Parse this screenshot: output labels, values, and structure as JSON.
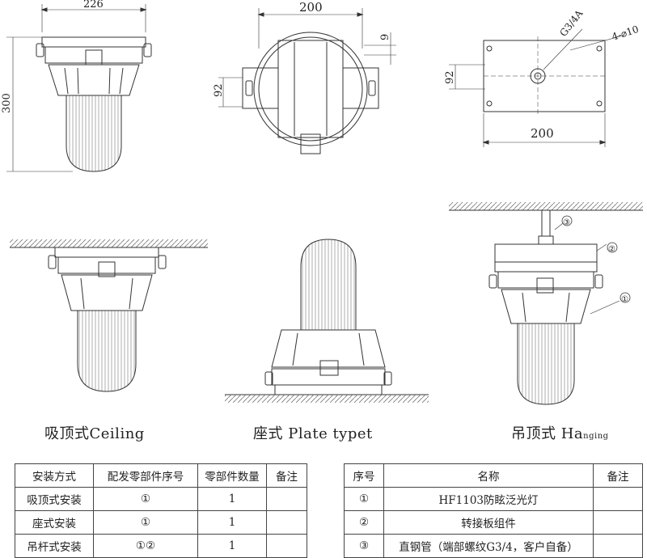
{
  "dimensions": {
    "side_width": "226",
    "side_height": "300",
    "top_width": "200",
    "top_offset": "9",
    "top_height": "92",
    "plate_height": "92",
    "plate_width": "200",
    "plate_thread": "G3/4A",
    "plate_holes": "4-⌀10"
  },
  "callouts": [
    "③",
    "②",
    "①"
  ],
  "captions": {
    "ceiling_cn": "吸顶式",
    "ceiling_en": "Ceiling",
    "plate_cn": "座式",
    "plate_en": "Plate typet",
    "hanging_cn": "吊顶式",
    "hanging_en_big": "Ha",
    "hanging_en_small": "nging"
  },
  "install_table": {
    "headers": [
      "安装方式",
      "配发零部件序号",
      "零部件数量",
      "备注"
    ],
    "rows": [
      [
        "吸顶式安装",
        "①",
        "1",
        ""
      ],
      [
        "座式安装",
        "①",
        "1",
        ""
      ],
      [
        "吊杆式安装",
        "①②",
        "1",
        ""
      ]
    ]
  },
  "parts_table": {
    "headers": [
      "序号",
      "名称",
      "备注"
    ],
    "rows": [
      [
        "①",
        "HF1103防眩泛光灯",
        ""
      ],
      [
        "②",
        "转接板组件",
        ""
      ],
      [
        "③",
        "直钢管（端部螺纹G3/4，客户自备）",
        ""
      ]
    ]
  }
}
